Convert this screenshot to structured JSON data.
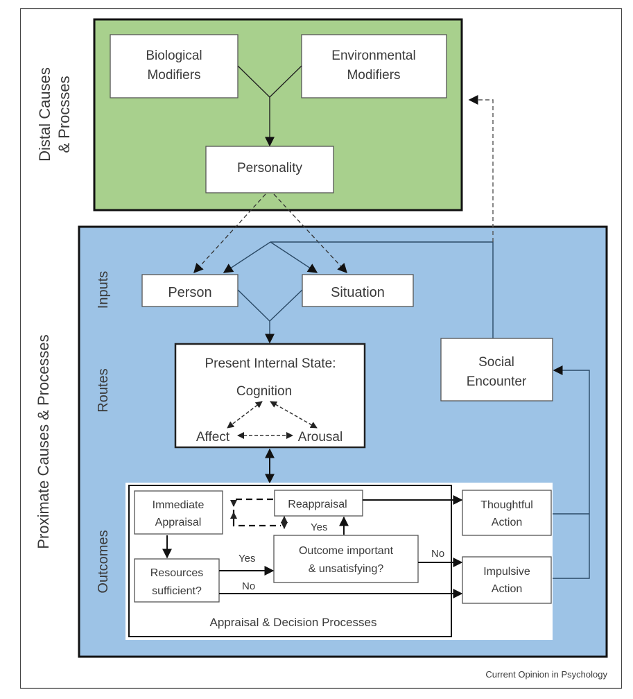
{
  "figure": {
    "source_credit": "Current Opinion in Psychology",
    "colors": {
      "distal_panel": "#a8d08d",
      "proximate_panel": "#9dc3e6",
      "border": "#1a1a1a",
      "box_fill": "#ffffff",
      "text": "#3a3a3a"
    }
  },
  "distal": {
    "side_label_line1": "Distal Causes",
    "side_label_line2": "& Procsses",
    "biological": {
      "line1": "Biological",
      "line2": "Modifiers"
    },
    "environmental": {
      "line1": "Environmental",
      "line2": "Modifiers"
    },
    "personality": "Personality"
  },
  "proximate": {
    "side_label": "Proximate Causes & Processes",
    "row_labels": {
      "inputs": "Inputs",
      "routes": "Routes",
      "outcomes": "Outcomes"
    },
    "person": "Person",
    "situation": "Situation",
    "internal_state": {
      "title": "Present Internal State:",
      "cognition": "Cognition",
      "affect": "Affect",
      "arousal": "Arousal"
    },
    "social_encounter": {
      "line1": "Social",
      "line2": "Encounter"
    },
    "appraisal": {
      "panel_label": "Appraisal & Decision Processes",
      "immediate": {
        "line1": "Immediate",
        "line2": "Appraisal"
      },
      "reappraisal": "Reappraisal",
      "resources": {
        "line1": "Resources",
        "line2": "sufficient?"
      },
      "outcome_q": {
        "line1": "Outcome important",
        "line2": "& unsatisfying?"
      },
      "yes_resources": "Yes",
      "no_resources": "No",
      "yes_outcome": "Yes",
      "no_outcome": "No"
    },
    "thoughtful": {
      "line1": "Thoughtful",
      "line2": "Action"
    },
    "impulsive": {
      "line1": "Impulsive",
      "line2": "Action"
    }
  }
}
